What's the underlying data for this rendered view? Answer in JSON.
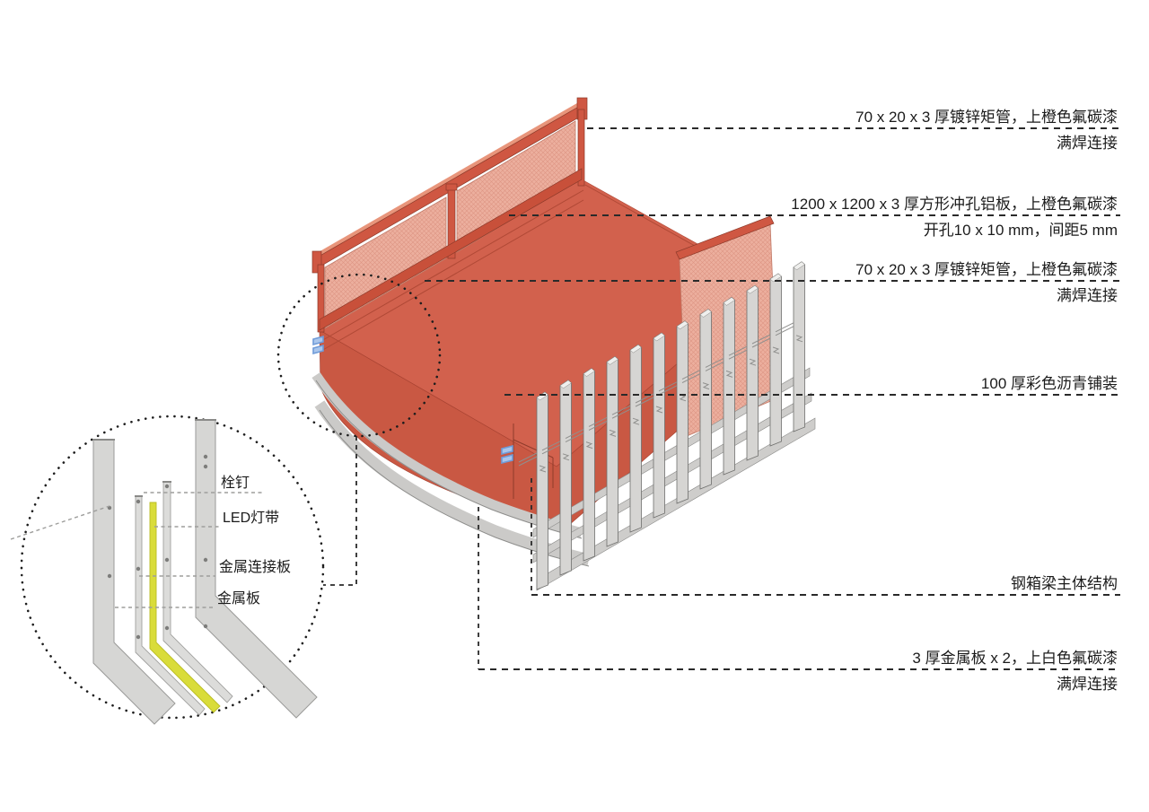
{
  "annotations": {
    "a1": {
      "line1": "70 x 20 x 3  厚镀锌矩管，上橙色氟碳漆",
      "line2": "满焊连接"
    },
    "a2": {
      "line1": "1200 x 1200 x 3  厚方形冲孔铝板，上橙色氟碳漆",
      "line2": "开孔10 x 10 mm，间距5 mm"
    },
    "a3": {
      "line1": "70 x 20 x 3  厚镀锌矩管，上橙色氟碳漆",
      "line2": "满焊连接"
    },
    "a4": {
      "line1": "100  厚彩色沥青铺装"
    },
    "a5": {
      "line1": "钢箱梁主体结构"
    },
    "a6": {
      "line1": "3 厚金属板 x 2，上白色氟碳漆",
      "line2": "满焊连接"
    }
  },
  "detail_labels": {
    "stud": "栓钉",
    "led_strip": "LED灯带",
    "metal_connector_plate": "金属连接板",
    "metal_plate": "金属板"
  },
  "colors": {
    "deck_top": "#d2614d",
    "deck_face": "#c95843",
    "railing_frame": "#cf5742",
    "mesh_fill": "#ecaf9e",
    "mesh_hatch": "#dd9483",
    "fin_gray": "#d6d5d3",
    "girder_gray": "#cbcac8",
    "led_yellow": "#d9dc3a",
    "clip_blue": "#6f9bd8",
    "line_dark": "#2a2a2a",
    "leader_gray": "#9e9e9c",
    "text": "#1b1b1b"
  }
}
